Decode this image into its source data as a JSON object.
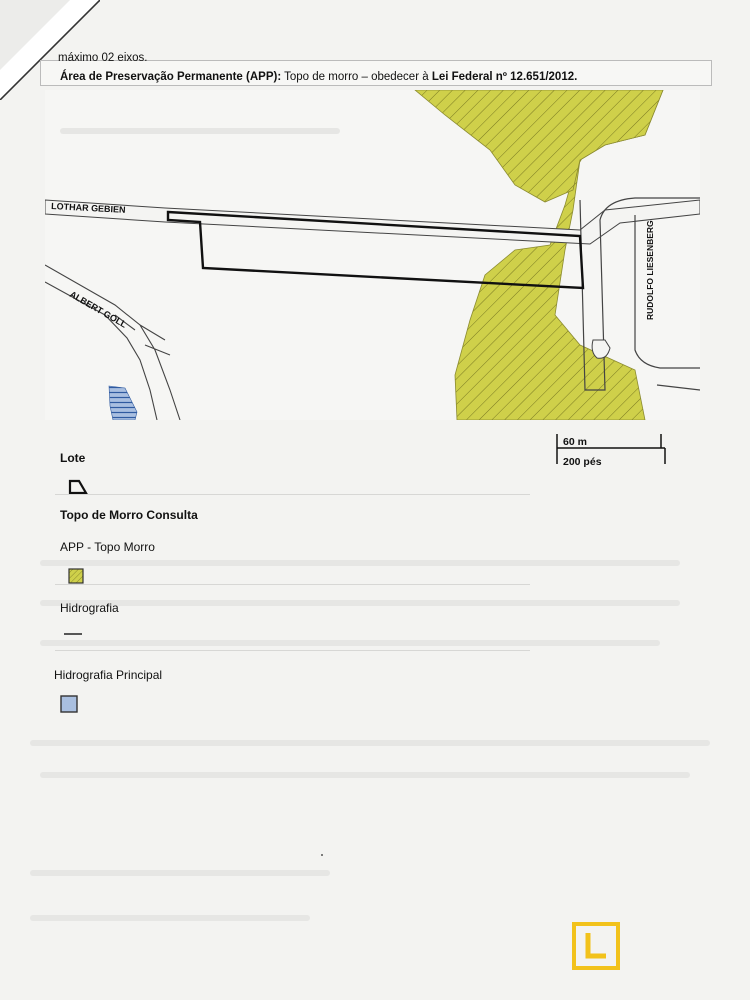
{
  "header": {
    "line1": "máximo 02 eixos.",
    "line2_bold_prefix": "Área de Preservação Permanente (APP):",
    "line2_middle": " Topo de morro – obedecer à ",
    "line2_bold_suffix": "Lei Federal nº 12.651/2012."
  },
  "map": {
    "streets": {
      "lothar": "LOTHAR GEBIEN",
      "albert": "ALBERT GOLL",
      "rudolfo": "RUDOLFO LIESENBERG"
    }
  },
  "scale": {
    "metric": "60 m",
    "imperial": "200 pés"
  },
  "legend": {
    "lote": "Lote",
    "topo_consulta": "Topo de Morro Consulta",
    "app_topo": "APP - Topo Morro",
    "hidrografia": "Hidrografia",
    "hidrografia_principal": "Hidrografia Principal"
  },
  "colors": {
    "app_fill": "#cfd04a",
    "hydro_fill": "#a9bfe0",
    "logo": "#f2c21b"
  }
}
